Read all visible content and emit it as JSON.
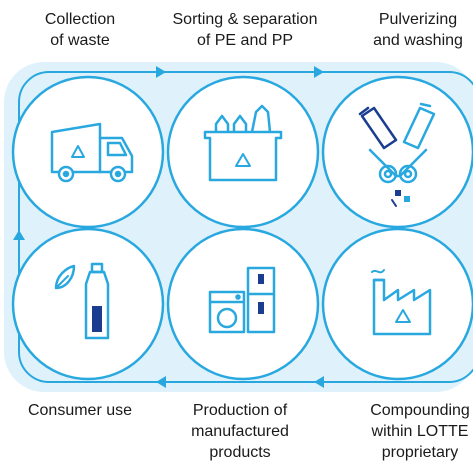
{
  "steps": {
    "collection": {
      "line1": "Collection",
      "line2": "of waste"
    },
    "sorting": {
      "line1": "Sorting & separation",
      "line2": "of PE and PP"
    },
    "pulverizing": {
      "line1": "Pulverizing",
      "line2": "and washing"
    },
    "consumer": {
      "line1": "Consumer use"
    },
    "production": {
      "line1": "Production of",
      "line2": "manufactured",
      "line3": "products"
    },
    "compounding": {
      "line1": "Compounding",
      "line2": "within LOTTE",
      "line3": "proprietary"
    }
  },
  "icons": {
    "collection": "garbage-truck-icon",
    "sorting": "sorting-bin-icon",
    "pulverizing": "pulverizing-machine-icon",
    "consumer": "bottle-leaf-icon",
    "production": "appliances-icon",
    "compounding": "factory-recycle-icon"
  },
  "colors": {
    "loop_fill": "#dff2fb",
    "loop_stroke": "#29a8e0",
    "icon": "#29a8e0",
    "icon_dark": "#1a3d8f",
    "circle_stroke": "#29a8e0"
  }
}
